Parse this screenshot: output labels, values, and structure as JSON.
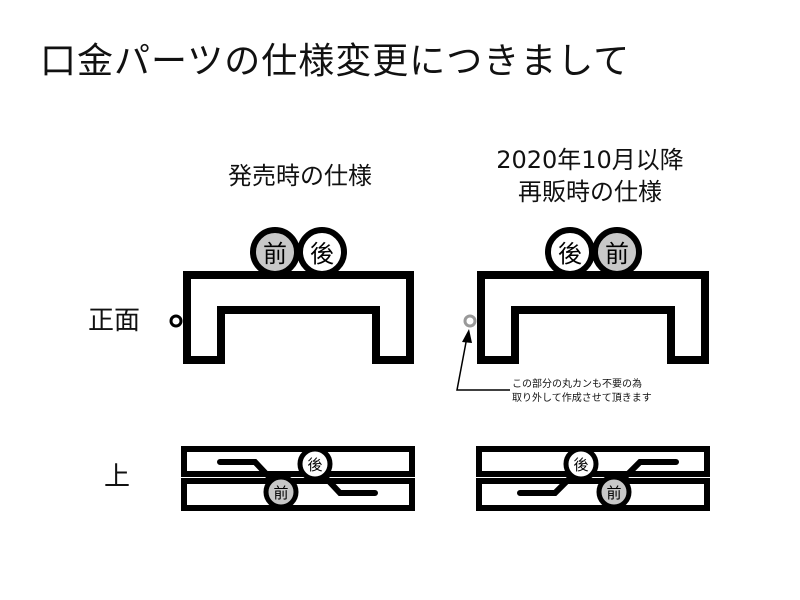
{
  "title": "口金パーツの仕様変更につきまして",
  "columns": {
    "left_heading": "発売時の仕様",
    "right_heading_line1": "2020年10月以降",
    "right_heading_line2": "再販時の仕様"
  },
  "rows": {
    "front": "正面",
    "top": "上"
  },
  "badges": {
    "front_label": "前",
    "back_label": "後"
  },
  "note": {
    "line1": "この部分の丸カンも不要の為",
    "line2": "取り外して作成させて頂きます"
  },
  "colors": {
    "stroke": "#000000",
    "front_badge_fill": "#c8c8c8",
    "back_badge_fill": "#ffffff",
    "removed_ring": "#999999"
  }
}
